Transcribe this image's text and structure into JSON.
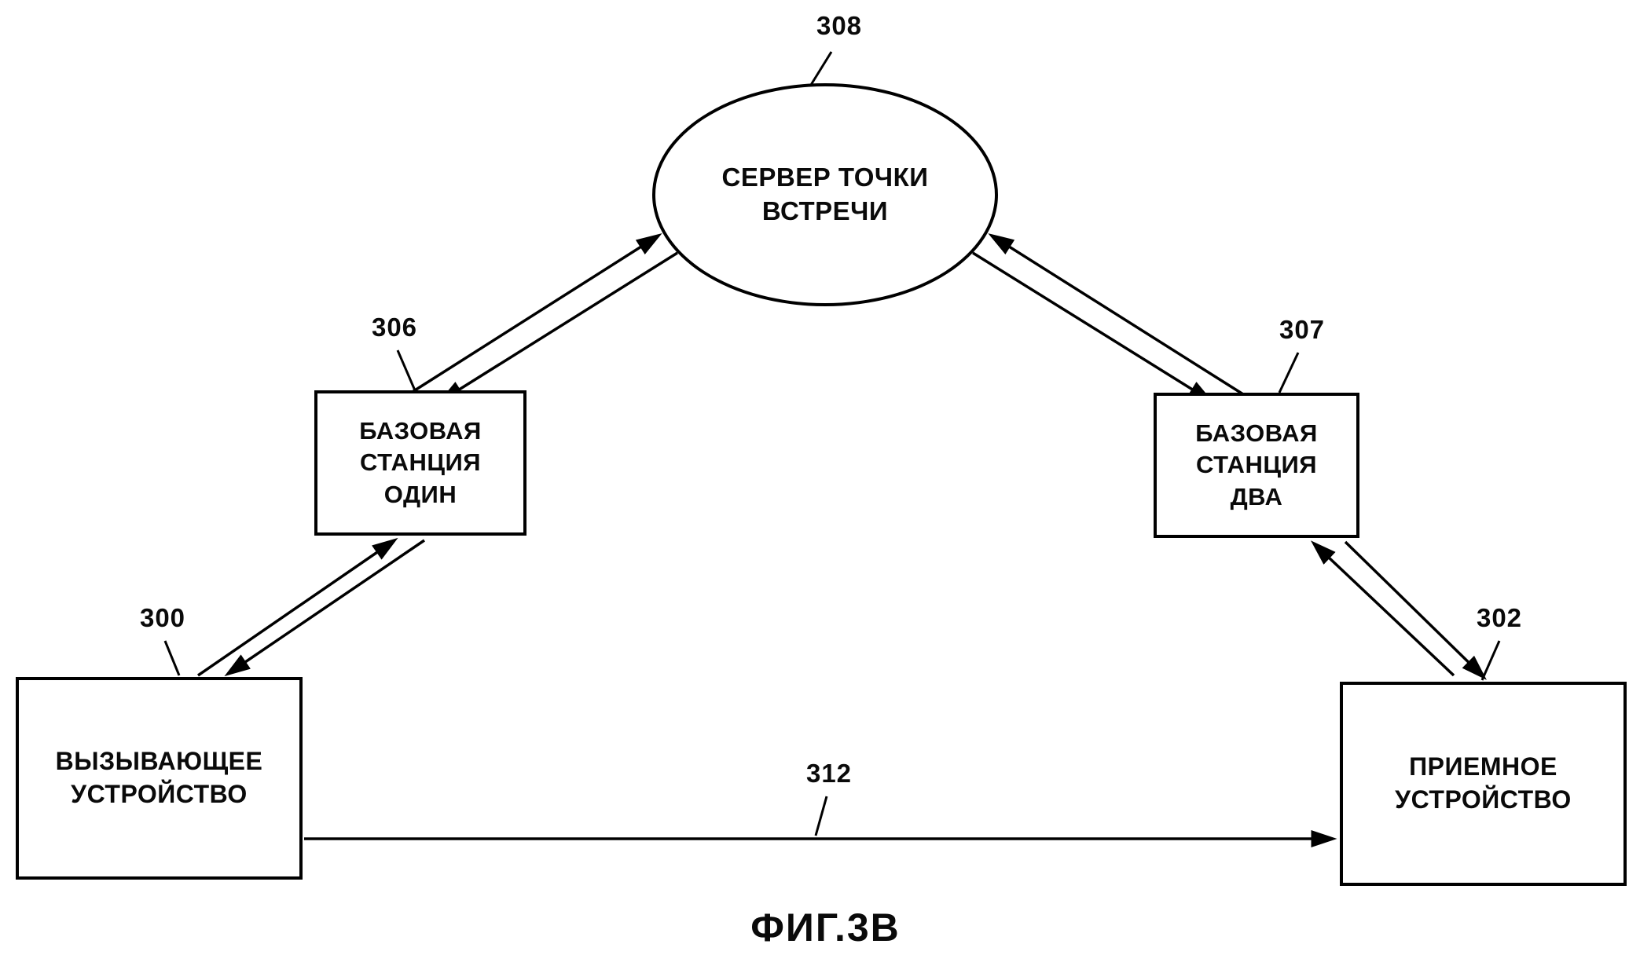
{
  "figure": {
    "caption": "ФИГ.3В",
    "ink_color": "#000000",
    "background_color": "#ffffff"
  },
  "nodes": {
    "server": {
      "label": "СЕРВЕР ТОЧКИ ВСТРЕЧИ",
      "lines": [
        "СЕРВЕР ТОЧКИ",
        "ВСТРЕЧИ"
      ],
      "ref": "308",
      "shape": "ellipse"
    },
    "base_station_one": {
      "label": "БАЗОВАЯ СТАНЦИЯ ОДИН",
      "lines": [
        "БАЗОВАЯ",
        "СТАНЦИЯ",
        "ОДИН"
      ],
      "ref": "306",
      "shape": "rectangle"
    },
    "base_station_two": {
      "label": "БАЗОВАЯ СТАНЦИЯ ДВА",
      "lines": [
        "БАЗОВАЯ",
        "СТАНЦИЯ",
        "ДВА"
      ],
      "ref": "307",
      "shape": "rectangle"
    },
    "calling_device": {
      "label": "ВЫЗЫВАЮЩЕЕ УСТРОЙСТВО",
      "lines": [
        "ВЫЗЫВАЮЩЕЕ",
        "УСТРОЙСТВО"
      ],
      "ref": "300",
      "shape": "rectangle"
    },
    "receiving_device": {
      "label": "ПРИЕМНОЕ УСТРОЙСТВО",
      "lines": [
        "ПРИЕМНОЕ",
        "УСТРОЙСТВО"
      ],
      "ref": "302",
      "shape": "rectangle"
    }
  },
  "connections": [
    {
      "from": "calling_device",
      "to": "base_station_one",
      "type": "bidirectional"
    },
    {
      "from": "base_station_one",
      "to": "server",
      "type": "bidirectional"
    },
    {
      "from": "server",
      "to": "base_station_two",
      "type": "bidirectional"
    },
    {
      "from": "base_station_two",
      "to": "receiving_device",
      "type": "bidirectional"
    },
    {
      "from": "calling_device",
      "to": "receiving_device",
      "type": "unidirectional",
      "ref": "312"
    }
  ]
}
